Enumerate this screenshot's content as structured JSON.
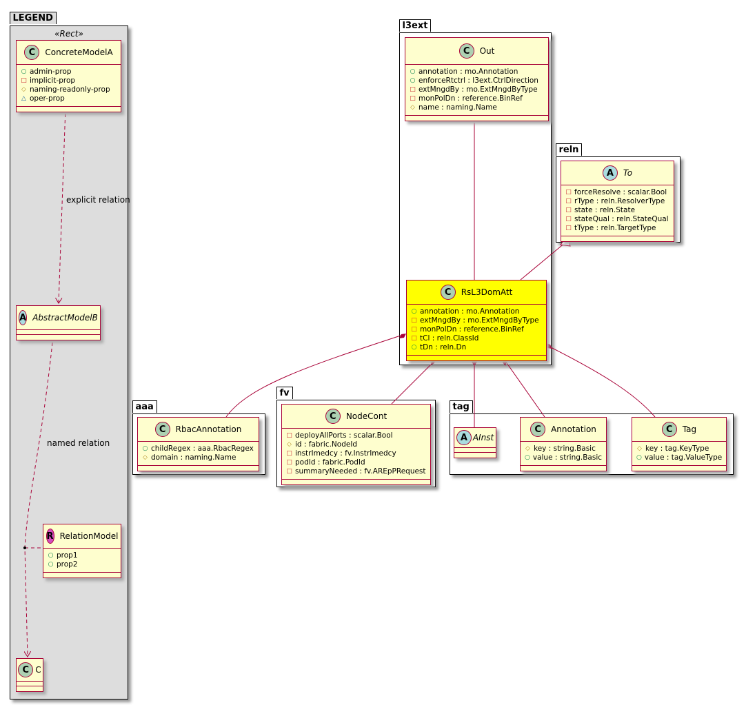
{
  "legend": {
    "title": "LEGEND",
    "stereotype": "«Rect»",
    "concrete": {
      "name": "ConcreteModelA",
      "badge": "C",
      "attrs": [
        {
          "vis": "pub",
          "text": "admin-prop"
        },
        {
          "vis": "priv",
          "text": "implicit-prop"
        },
        {
          "vis": "prot",
          "text": "naming-readonly-prop"
        },
        {
          "vis": "pkgv",
          "text": "oper-prop"
        }
      ]
    },
    "abstract": {
      "name": "AbstractModelB",
      "badge": "A"
    },
    "relation": {
      "name": "RelationModel",
      "badge": "R",
      "attrs": [
        {
          "vis": "pub",
          "text": "prop1"
        },
        {
          "vis": "pub",
          "text": "prop2"
        }
      ]
    },
    "c": {
      "name": "C",
      "badge": "C"
    },
    "explicit_label": "explicit relation",
    "named_label": "named relation"
  },
  "packages": {
    "l3ext": "l3ext",
    "reln": "reln",
    "aaa": "aaa",
    "fv": "fv",
    "tag": "tag"
  },
  "classes": {
    "out": {
      "name": "Out",
      "badge": "C",
      "attrs": [
        {
          "vis": "pub",
          "text": "annotation : mo.Annotation"
        },
        {
          "vis": "pub",
          "text": "enforceRtctrl : l3ext.CtrlDirection"
        },
        {
          "vis": "priv",
          "text": "extMngdBy : mo.ExtMngdByType"
        },
        {
          "vis": "priv",
          "text": "monPolDn : reference.BinRef"
        },
        {
          "vis": "prot",
          "text": "name : naming.Name"
        }
      ]
    },
    "to": {
      "name": "To",
      "badge": "A",
      "attrs": [
        {
          "vis": "priv",
          "text": "forceResolve : scalar.Bool"
        },
        {
          "vis": "priv",
          "text": "rType : reln.ResolverType"
        },
        {
          "vis": "priv",
          "text": "state : reln.State"
        },
        {
          "vis": "priv",
          "text": "stateQual : reln.StateQual"
        },
        {
          "vis": "priv",
          "text": "tType : reln.TargetType"
        }
      ]
    },
    "rs": {
      "name": "RsL3DomAtt",
      "badge": "C",
      "attrs": [
        {
          "vis": "pub",
          "text": "annotation : mo.Annotation"
        },
        {
          "vis": "priv",
          "text": "extMngdBy : mo.ExtMngdByType"
        },
        {
          "vis": "priv",
          "text": "monPolDn : reference.BinRef"
        },
        {
          "vis": "priv",
          "text": "tCl : reln.ClassId"
        },
        {
          "vis": "pub",
          "text": "tDn : reln.Dn"
        }
      ]
    },
    "rbac": {
      "name": "RbacAnnotation",
      "badge": "C",
      "attrs": [
        {
          "vis": "pub",
          "text": "childRegex : aaa.RbacRegex"
        },
        {
          "vis": "prot",
          "text": "domain : naming.Name"
        }
      ]
    },
    "node": {
      "name": "NodeCont",
      "badge": "C",
      "attrs": [
        {
          "vis": "priv",
          "text": "deployAllPorts : scalar.Bool"
        },
        {
          "vis": "prot",
          "text": "id : fabric.NodeId"
        },
        {
          "vis": "priv",
          "text": "instrImedcy : fv.InstrImedcy"
        },
        {
          "vis": "priv",
          "text": "podId : fabric.PodId"
        },
        {
          "vis": "priv",
          "text": "summaryNeeded : fv.AREpPRequest"
        }
      ]
    },
    "ainst": {
      "name": "AInst",
      "badge": "A"
    },
    "annotation": {
      "name": "Annotation",
      "badge": "C",
      "attrs": [
        {
          "vis": "prot",
          "text": "key : string.Basic"
        },
        {
          "vis": "pub",
          "text": "value : string.Basic"
        }
      ]
    },
    "tag": {
      "name": "Tag",
      "badge": "C",
      "attrs": [
        {
          "vis": "prot",
          "text": "key : tag.KeyType"
        },
        {
          "vis": "pub",
          "text": "value : tag.ValueType"
        }
      ]
    }
  },
  "colors": {
    "class_fill": "#FEFECE",
    "highlight": "#FFFF00",
    "border": "#A80036",
    "legend_bg": "#DDDDDD"
  }
}
